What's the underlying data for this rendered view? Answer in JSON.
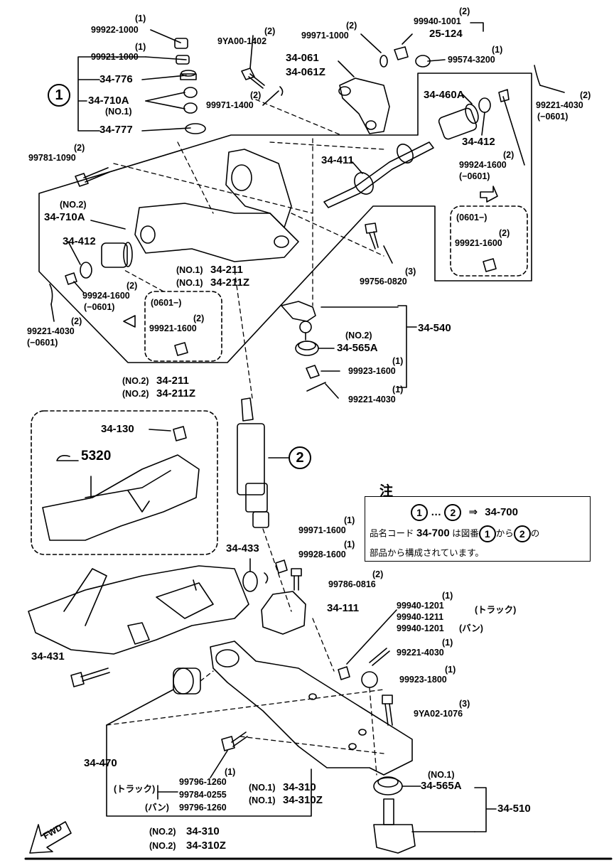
{
  "labels": {
    "p99922_1000": {
      "qty": "(1)",
      "num": "99922-1000"
    },
    "p99921_1000": {
      "qty": "(1)",
      "num": "99921-1000"
    },
    "p34_776": "34-776",
    "p34_710A": "34-710A",
    "p_no1_small": "(NO.1)",
    "p34_777": "34-777",
    "p9YA00_1402": {
      "qty": "(2)",
      "num": "9YA00-1402"
    },
    "p99971_1400": {
      "qty": "(2)",
      "num": "99971-1400"
    },
    "p99971_1000": {
      "qty": "(2)",
      "num": "99971-1000"
    },
    "p34_061": "34-061",
    "p34_061Z": "34-061Z",
    "p99940_1001": {
      "qty": "(2)",
      "num": "99940-1001"
    },
    "p25_124": "25-124",
    "p99574_3200": {
      "qty": "(1)",
      "num": "99574-3200"
    },
    "p99221_4030_tr": {
      "qty": "(2)",
      "num": "99221-4030",
      "range": "(−0601)"
    },
    "p34_460A": "34-460A",
    "p34_412_r": "34-412",
    "p99924_1600_r": {
      "qty": "(2)",
      "num": "99924-1600",
      "range": "(−0601)"
    },
    "p99781_1090": {
      "qty": "(2)",
      "num": "99781-1090"
    },
    "p34_411": "34-411",
    "p_no2_a": "(NO.2)",
    "p34_710A_2": "34-710A",
    "p34_412_l": "34-412",
    "inset_r": {
      "range": "(0601−)",
      "qty": "(2)",
      "num": "99921-1600"
    },
    "p99756_0820": {
      "qty": "(3)",
      "num": "99756-0820"
    },
    "p34_211_no1": {
      "tag": "(NO.1)",
      "num": "34-211"
    },
    "p34_211Z_no1": {
      "tag": "(NO.1)",
      "num": "34-211Z"
    },
    "p99924_1600_l": {
      "qty": "(2)",
      "num": "99924-1600",
      "range": "(−0601)"
    },
    "p99221_4030_l": {
      "qty": "(2)",
      "num": "99221-4030",
      "range": "(−0601)"
    },
    "inset_l": {
      "range": "(0601−)",
      "qty": "(2)",
      "num": "99921-1600"
    },
    "p34_540": "34-540",
    "p34_565A_no2": {
      "tag": "(NO.2)",
      "num": "34-565A"
    },
    "p99923_1600": {
      "qty": "(1)",
      "num": "99923-1600"
    },
    "p99221_4030_m": {
      "qty": "(1)",
      "num": "99221-4030"
    },
    "p34_211_no2": {
      "tag": "(NO.2)",
      "num": "34-211"
    },
    "p34_211Z_no2": {
      "tag": "(NO.2)",
      "num": "34-211Z"
    },
    "p34_130": "34-130",
    "p5320": "5320",
    "circle_2": "2",
    "circle_1": "1",
    "p99971_1600": {
      "qty": "(1)",
      "num": "99971-1600"
    },
    "p34_433": "34-433",
    "p99928_1600": {
      "qty": "(1)",
      "num": "99928-1600"
    },
    "p99786_0816": {
      "qty": "(2)",
      "num": "99786-0816"
    },
    "p34_111": "34-111",
    "p99940_1201": {
      "qty": "(1)",
      "num1": "99940-1201",
      "num2": "99940-1211",
      "num3": "99940-1201",
      "truck": "(トラック)",
      "van": "(バン)"
    },
    "p34_431": "34-431",
    "p99221_4030_b": {
      "qty": "(1)",
      "num": "99221-4030"
    },
    "p99923_1800": {
      "qty": "(1)",
      "num": "99923-1800"
    },
    "p9YA02_1076": {
      "qty": "(3)",
      "num": "9YA02-1076"
    },
    "p34_470": "34-470",
    "p99796_1260": {
      "qty": "(1)",
      "num": "99796-1260",
      "truck": "(トラック)",
      "num2": "99784-0255",
      "van": "(バン)",
      "num3": "99796-1260"
    },
    "p34_310_no1": {
      "tag": "(NO.1)",
      "num": "34-310"
    },
    "p34_310Z_no1": {
      "tag": "(NO.1)",
      "num": "34-310Z"
    },
    "p34_310_no2": {
      "tag": "(NO.2)",
      "num": "34-310"
    },
    "p34_310Z_no2": {
      "tag": "(NO.2)",
      "num": "34-310Z"
    },
    "p34_565A_no1": {
      "tag": "(NO.1)",
      "num": "34-565A"
    },
    "p34_510": "34-510",
    "fwd": "FWD"
  },
  "note": {
    "heading": "注",
    "c1": "1",
    "dots": "…",
    "c2": "2",
    "arrow": "⇒",
    "target": "34-700",
    "line2a": "品名コード",
    "line2b": "34-700",
    "line2c": "は図番",
    "line2d": "から",
    "line2e": "の",
    "line3": "部品から構成されています。"
  }
}
